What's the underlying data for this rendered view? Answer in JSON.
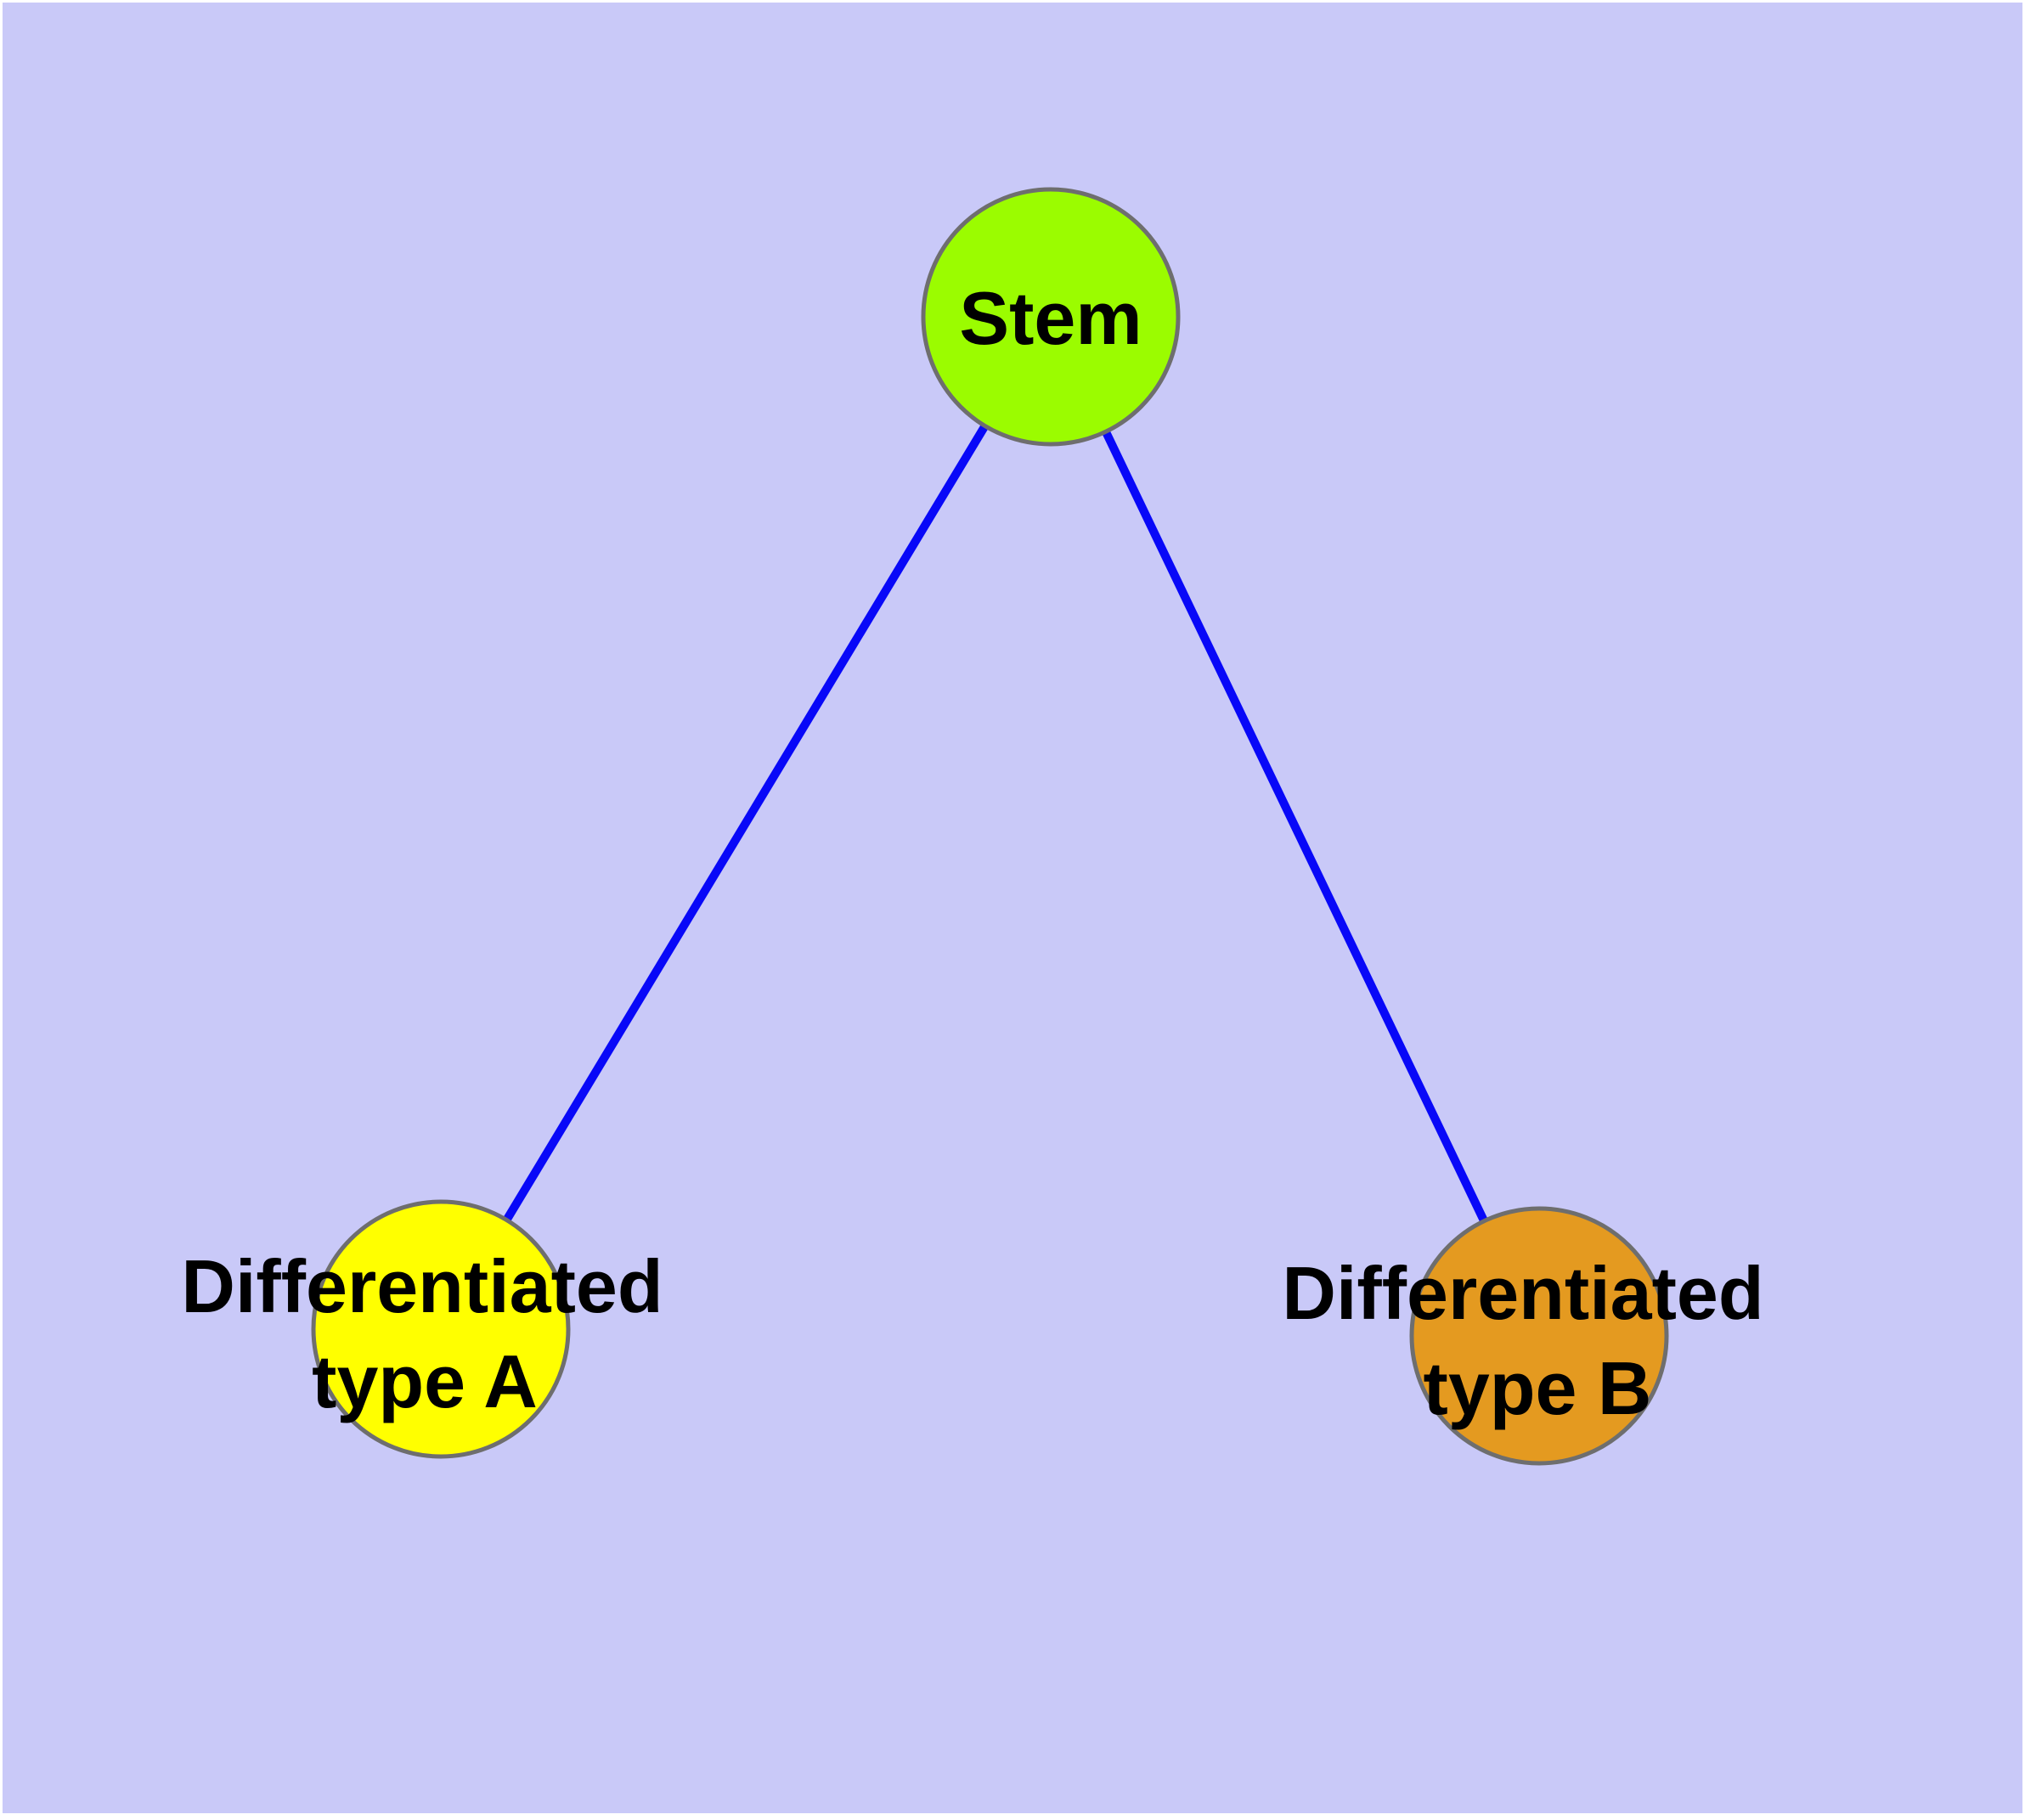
{
  "diagram": {
    "background_color": "#C9C9F8",
    "frame_color": "#FFFFFF",
    "edge_color": "#0808F8",
    "node_border_color": "#6E6E6E",
    "text_color": "#000000",
    "nodes": [
      {
        "id": "stem",
        "label": "Stem",
        "color": "#9BFC00"
      },
      {
        "id": "differentiated-type-a",
        "label": "Differentiated type A",
        "label_line1": "Differentiated",
        "label_line2": "type A",
        "color": "#FFFF00"
      },
      {
        "id": "differentiated-type-b",
        "label": "Differentiated type B",
        "label_line1": "Differentiated",
        "label_line2": "type B",
        "color": "#E49A20"
      }
    ],
    "edges": [
      {
        "from": "stem",
        "to": "differentiated-type-a"
      },
      {
        "from": "stem",
        "to": "differentiated-type-b"
      }
    ]
  }
}
